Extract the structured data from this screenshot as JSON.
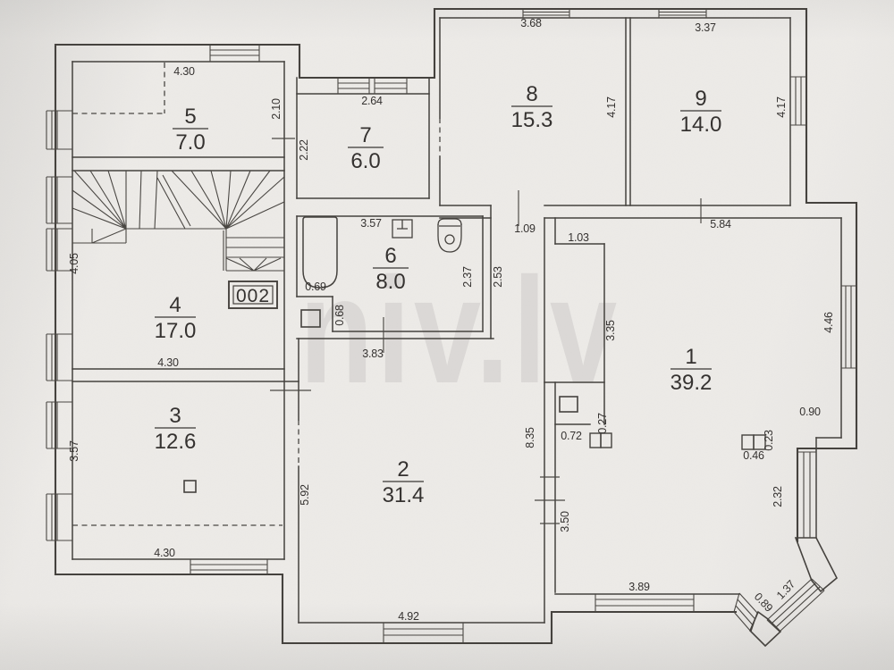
{
  "document": {
    "type": "scanned apartment floor plan",
    "watermark": "niv.lv",
    "unit_plate": "002"
  },
  "rooms": [
    {
      "number": "1",
      "area": "39.2"
    },
    {
      "number": "2",
      "area": "31.4"
    },
    {
      "number": "3",
      "area": "12.6"
    },
    {
      "number": "4",
      "area": "17.0"
    },
    {
      "number": "5",
      "area": "7.0"
    },
    {
      "number": "6",
      "area": "8.0"
    },
    {
      "number": "7",
      "area": "6.0"
    },
    {
      "number": "8",
      "area": "15.3"
    },
    {
      "number": "9",
      "area": "14.0"
    }
  ],
  "dims": [
    "4.30",
    "2.10",
    "2.22",
    "2.64",
    "3.68",
    "3.37",
    "4.17",
    "4.17",
    "1.09",
    "1.03",
    "5.84",
    "3.57",
    "0.69",
    "0.68",
    "2.37",
    "2.53",
    "3.83",
    "3.35",
    "4.05",
    "3.57",
    "4.30",
    "4.30",
    "5.92",
    "8.35",
    "0.72",
    "0.27",
    "0.46",
    "0.23",
    "0.90",
    "4.46",
    "2.32",
    "3.50",
    "3.89",
    "4.92",
    "0.89",
    "1.37"
  ]
}
